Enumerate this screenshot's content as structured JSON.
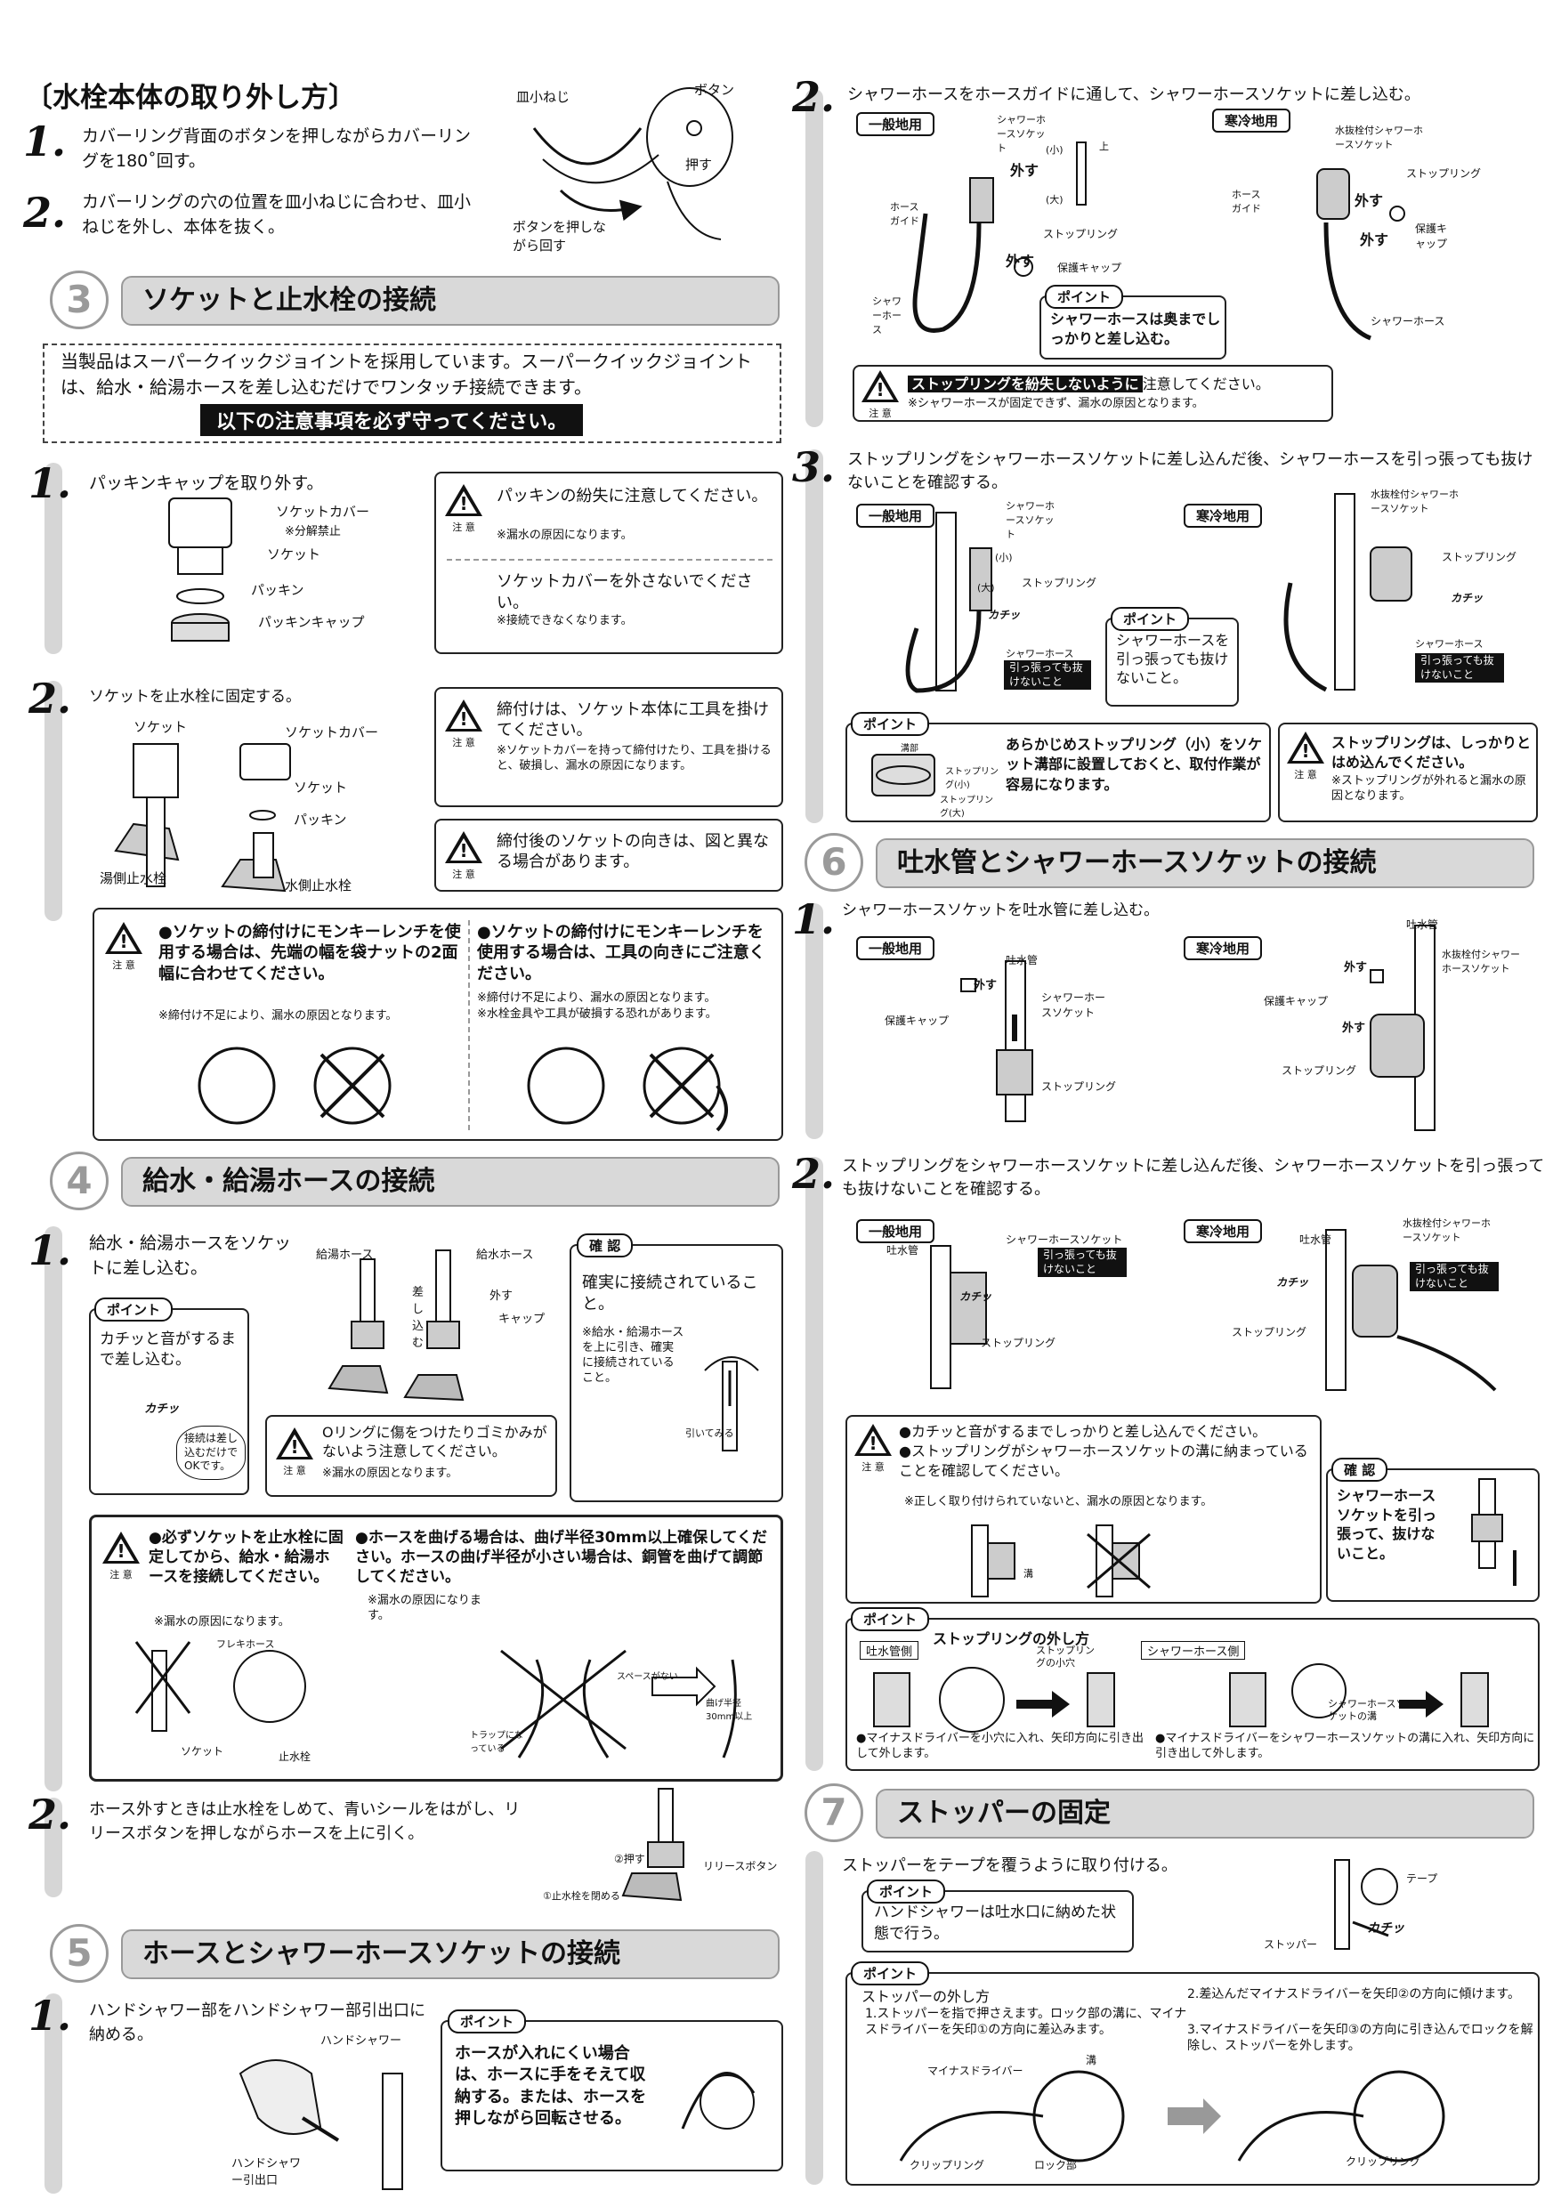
{
  "left": {
    "removal": {
      "title": "〔水栓本体の取り外し方〕",
      "step1_num": "1.",
      "step1_text": "カバーリング背面のボタンを押しながらカバーリングを180˚回す。",
      "step2_num": "2.",
      "step2_text": "カバーリングの穴の位置を皿小ねじに合わせ、皿小ねじを外し、本体を抜く。",
      "fig_labels": {
        "screw": "皿小ねじ",
        "button": "ボタン",
        "push": "押す",
        "rotate": "ボタンを押しながら回す"
      }
    },
    "sec3": {
      "num": "3",
      "title": "ソケットと止水栓の接続",
      "intro": "当製品はスーパークイックジョイントを採用しています。スーパークイックジョイントは、給水・給湯ホースを差し込むだけでワンタッチ接続できます。",
      "notice": "以下の注意事項を必ず守ってください。",
      "step1_num": "1.",
      "step1_text": "パッキンキャップを取り外す。",
      "step1_labels": {
        "cover": "ソケットカバー",
        "nodis": "※分解禁止",
        "socket": "ソケット",
        "packing": "パッキン",
        "cap": "パッキンキャップ"
      },
      "caution1_a": "パッキンの紛失に注意してください。",
      "caution1_a_note": "※漏水の原因になります。",
      "caution1_b": "ソケットカバーを外さないでください。",
      "caution1_b_note": "※接続できなくなります。",
      "step2_num": "2.",
      "step2_text": "ソケットを止水栓に固定する。",
      "step2_labels": {
        "socket": "ソケット",
        "cover": "ソケットカバー",
        "socket2": "ソケット",
        "packing": "パッキン",
        "hot": "湯側止水栓",
        "cold": "水側止水栓"
      },
      "caution2_a": "締付けは、ソケット本体に工具を掛けてください。",
      "caution2_a_note": "※ソケットカバーを持って締付けたり、工具を掛けると、破損し、漏水の原因になります。",
      "caution2_b": "締付後のソケットの向きは、図と異なる場合があります。",
      "caution3_a": "●ソケットの締付けにモンキーレンチを使用する場合は、先端の幅を袋ナットの2面幅に合わせてください。",
      "caution3_a_note": "※締付け不足により、漏水の原因となります。",
      "caution3_b": "●ソケットの締付けにモンキーレンチを使用する場合は、工具の向きにご注意ください。",
      "caution3_b_note1": "※締付け不足により、漏水の原因となります。",
      "caution3_b_note2": "※水栓金具や工具が破損する恐れがあります。"
    },
    "sec4": {
      "num": "4",
      "title": "給水・給湯ホースの接続",
      "step1_num": "1.",
      "step1_text": "給水・給湯ホースをソケットに差し込む。",
      "labels": {
        "hot": "給湯ホース",
        "cold": "給水ホース",
        "insert": "差し込む",
        "remove": "外す",
        "cap": "キャップ"
      },
      "point_tag": "ポイント",
      "point_text": "カチッと音がするまで差し込む。",
      "click": "カチッ",
      "bubble": "接続は差し込むだけでOKです。",
      "confirm_tag": "確 認",
      "confirm_text": "確実に接続されていること。",
      "confirm_note": "※給水・給湯ホースを上に引き、確実に接続されていること。",
      "pull": "引いてみる",
      "oring": "Oリングに傷をつけたりゴミかみがないよう注意してください。",
      "oring_note": "※漏水の原因となります。",
      "bigcaution_a": "●必ずソケットを止水栓に固定してから、給水・給湯ホースを接続してください。",
      "bigcaution_a_note": "※漏水の原因になります。",
      "bigcaution_b": "●ホースを曲げる場合は、曲げ半径30mm以上確保してください。ホースの曲げ半径が小さい場合は、銅管を曲げて調節してください。",
      "bigcaution_b_note": "※漏水の原因になります。",
      "fig_labels": {
        "flex": "フレキホース",
        "socket": "ソケット",
        "valve": "止水栓",
        "space": "スペースがない",
        "trap": "トラップになっている",
        "r30": "曲げ半径30mm以上"
      },
      "step2_num": "2.",
      "step2_text": "ホース外すときは止水栓をしめて、青いシールをはがし、リリースボタンを押しながらホースを上に引く。",
      "step2_labels": {
        "push": "②押す",
        "release": "リリースボタン",
        "close": "①止水栓を閉める"
      }
    },
    "sec5": {
      "num": "5",
      "title": "ホースとシャワーホースソケットの接続",
      "step1_num": "1.",
      "step1_text": "ハンドシャワー部をハンドシャワー部引出口に納める。",
      "labels": {
        "hand": "ハンドシャワー",
        "outlet": "ハンドシャワー引出口"
      },
      "point_tag": "ポイント",
      "point_text": "ホースが入れにくい場合は、ホースに手をそえて収納する。または、ホースを押しながら回転させる。"
    }
  },
  "right": {
    "s5step2": {
      "num": "2.",
      "text": "シャワーホースをホースガイドに通して、シャワーホースソケットに差し込む。",
      "general": "一般地用",
      "cold": "寒冷地用",
      "labels": {
        "socket": "シャワーホースソケット",
        "guide": "ホースガイド",
        "shower": "シャワーホース",
        "remove": "外す",
        "small": "(小)",
        "up": "上",
        "big": "(大)",
        "ring": "ストップリング",
        "cap": "保護キャップ",
        "drain": "水抜栓付シャワーホースソケット"
      },
      "point_tag": "ポイント",
      "point_text": "シャワーホースは奥までしっかりと差し込む。",
      "caution_hl": "ストップリングを紛失しないように",
      "caution_rest": "注意してください。",
      "caution_note": "※シャワーホースが固定できず、漏水の原因となります。"
    },
    "s5step3": {
      "num": "3.",
      "text": "ストップリングをシャワーホースソケットに差し込んだ後、シャワーホースを引っ張っても抜けないことを確認する。",
      "general": "一般地用",
      "cold": "寒冷地用",
      "labels": {
        "socket": "シャワーホースソケット",
        "small": "(小)",
        "big": "(大)",
        "ring": "ストップリング",
        "click": "カチッ",
        "shower": "シャワーホース",
        "pull": "引っ張っても抜けないこと",
        "drain": "水抜栓付シャワーホースソケット"
      },
      "point_tag": "ポイント",
      "point_text": "シャワーホースを引っ張っても抜けないこと。",
      "point2_text": "あらかじめストップリング（小）をソケット溝部に設置しておくと、取付作業が容易になります。",
      "point2_labels": {
        "groove": "溝部",
        "small": "ストップリング(小)",
        "big": "ストップリング(大)"
      },
      "caution": "ストップリングは、しっかりとはめ込んでください。",
      "caution_note": "※ストップリングが外れると漏水の原因となります。"
    },
    "sec6": {
      "num": "6",
      "title": "吐水管とシャワーホースソケットの接続",
      "step1_num": "1.",
      "step1_text": "シャワーホースソケットを吐水管に差し込む。",
      "general": "一般地用",
      "cold": "寒冷地用",
      "labels": {
        "spout": "吐水管",
        "remove": "外す",
        "cap": "保護キャップ",
        "socket": "シャワーホースソケット",
        "ring": "ストップリング",
        "drain": "水抜栓付シャワーホースソケット"
      },
      "step2_num": "2.",
      "step2_text": "ストップリングをシャワーホースソケットに差し込んだ後、シャワーホースソケットを引っ張っても抜けないことを確認する。",
      "labels2": {
        "spout": "吐水管",
        "socket": "シャワーホースソケット",
        "pull": "引っ張っても抜けないこと",
        "click": "カチッ",
        "ring": "ストップリング",
        "drain": "水抜栓付シャワーホースソケット"
      },
      "caution_a": "●カチッと音がするまでしっかりと差し込んでください。",
      "caution_b": "●ストップリングがシャワーホースソケットの溝に納まっていることを確認してください。",
      "caution_note": "※正しく取り付けられていないと、漏水の原因となります。",
      "groove": "溝",
      "confirm_tag": "確 認",
      "confirm_text": "シャワーホースソケットを引っ張って、抜けないこと。",
      "point_tag": "ポイント",
      "ring_remove": "ストップリングの外し方",
      "side_spout": "吐水管側",
      "side_hose": "シャワーホース側",
      "hole": "ストップリングの小穴",
      "hose_groove": "シャワーホースソケットの溝",
      "remove_a": "●マイナスドライバーを小穴に入れ、矢印方向に引き出して外します。",
      "remove_b": "●マイナスドライバーをシャワーホースソケットの溝に入れ、矢印方向に引き出して外します。"
    },
    "sec7": {
      "num": "7",
      "title": "ストッパーの固定",
      "text": "ストッパーをテープを覆うように取り付ける。",
      "point_tag": "ポイント",
      "point_text": "ハンドシャワーは吐水口に納めた状態で行う。",
      "labels": {
        "tape": "テープ",
        "stopper": "ストッパー",
        "click": "カチッ"
      },
      "point2_tag": "ポイント",
      "remove_title": "ストッパーの外し方",
      "remove_1": "1.ストッパーを指で押さえます。ロック部の溝に、マイナスドライバーを矢印①の方向に差込みます。",
      "remove_2": "2.差込んだマイナスドライバーを矢印②の方向に傾けます。",
      "remove_3": "3.マイナスドライバーを矢印③の方向に引き込んでロックを解除し、ストッパーを外します。",
      "fig": {
        "driver": "マイナスドライバー",
        "groove": "溝",
        "clip": "クリップリング",
        "lock": "ロック部",
        "clip2": "クリップリング"
      }
    }
  }
}
